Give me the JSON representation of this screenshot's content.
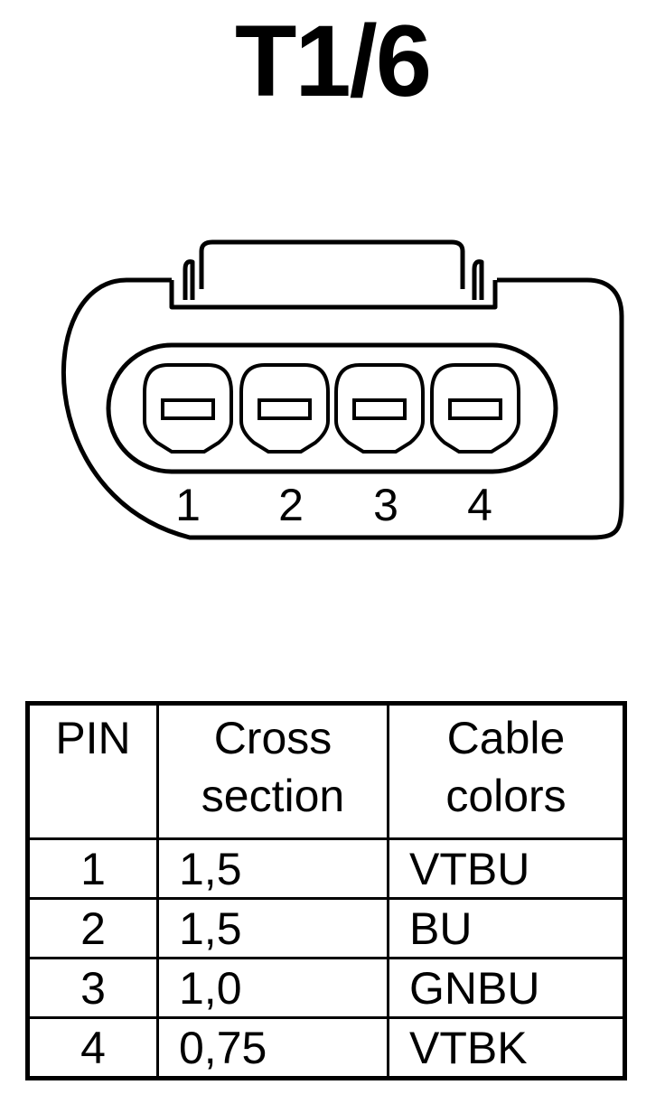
{
  "title": "T1/6",
  "pins": [
    "1",
    "2",
    "3",
    "4"
  ],
  "table": {
    "headers": {
      "pin": "PIN",
      "cross_section": [
        "Cross",
        "section"
      ],
      "cable_colors": [
        "Cable",
        "colors"
      ]
    },
    "rows": [
      {
        "pin": "1",
        "cross_section": "1,5",
        "cable_colors": "VTBU"
      },
      {
        "pin": "2",
        "cross_section": "1,5",
        "cable_colors": "BU"
      },
      {
        "pin": "3",
        "cross_section": "1,0",
        "cable_colors": "GNBU"
      },
      {
        "pin": "4",
        "cross_section": "0,75",
        "cable_colors": "VTBK"
      }
    ]
  }
}
